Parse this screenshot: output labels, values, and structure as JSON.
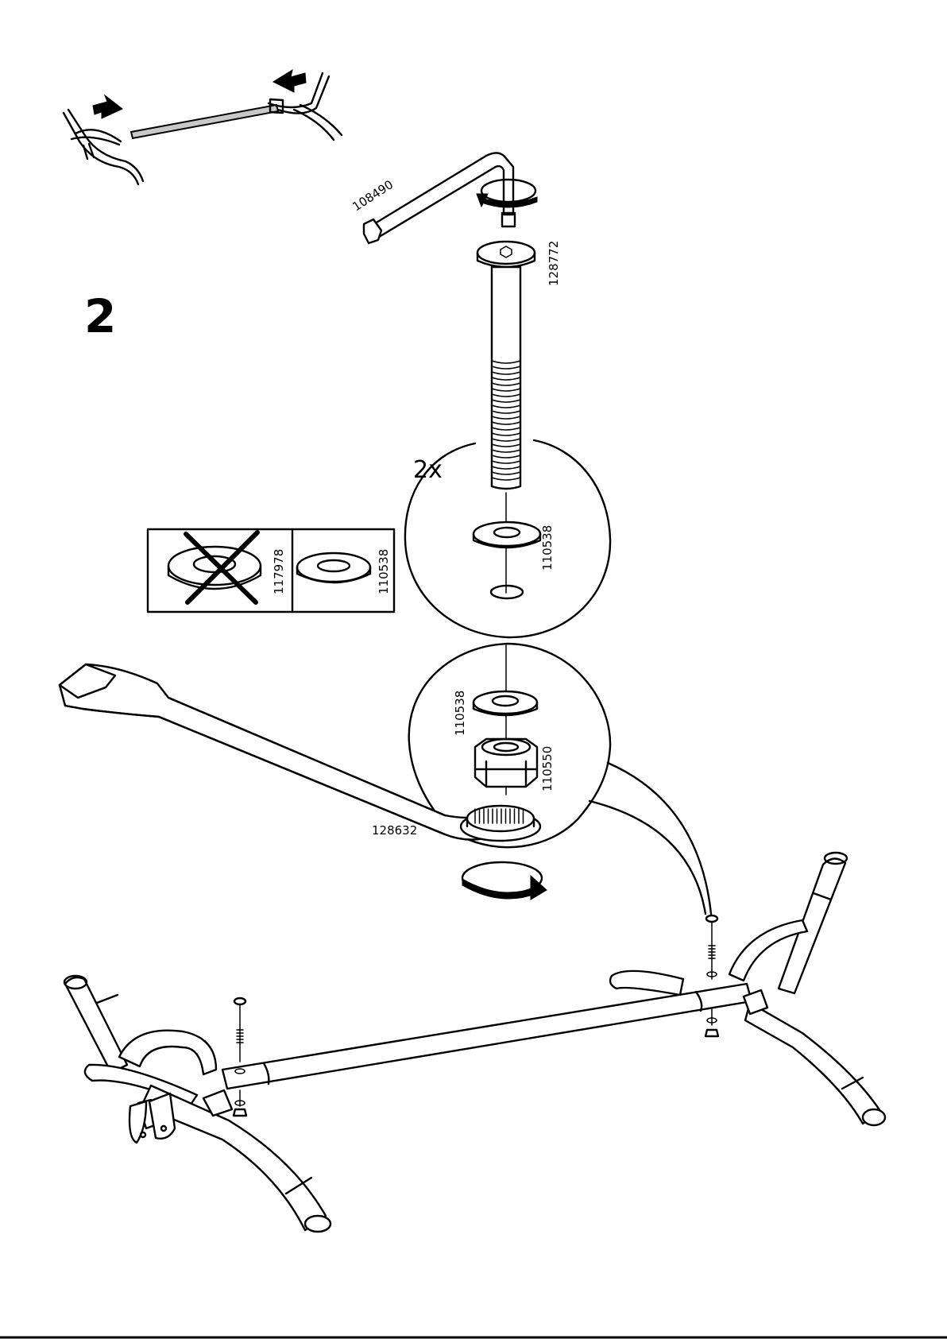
{
  "step": {
    "number": "2"
  },
  "quantity": "2x",
  "parts": {
    "hex_key": "108490",
    "bolt": "128772",
    "washer_upper": "110538",
    "washer_lower": "110538",
    "nut": "110550",
    "wrench": "128632"
  },
  "washer_comparison": {
    "wrong_part": "117978",
    "correct_part": "110538"
  },
  "icons": [
    "push-arrow-right-icon",
    "push-arrow-left-icon",
    "rotate-arrow-icon",
    "cross-out-icon"
  ]
}
